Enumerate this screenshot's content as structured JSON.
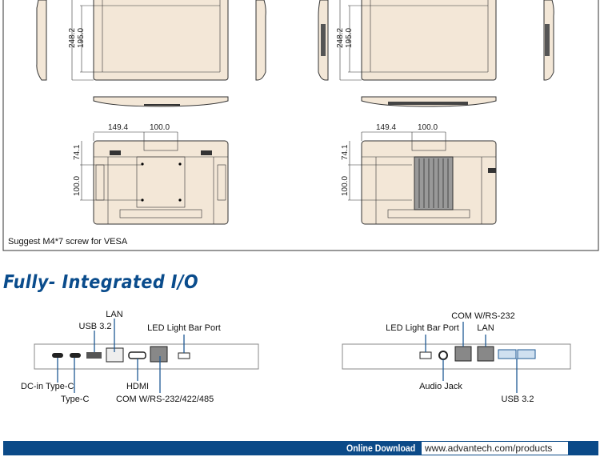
{
  "drawings": {
    "dimensions": {
      "height_total": "248.2",
      "height_inner": "195.0",
      "vesa_offset_x": "149.4",
      "vesa_width": "100.0",
      "vesa_offset_y": "74.1",
      "vesa_height": "100.0"
    },
    "note": "Suggest M4*7 screw for VESA"
  },
  "section": {
    "title": "Fully- Integrated I/O"
  },
  "io_left": {
    "labels": {
      "lan": "LAN",
      "usb": "USB 3.2",
      "led": "LED Light Bar Port",
      "dc": "DC-in Type-C",
      "typec": "Type-C",
      "hdmi": "HDMI",
      "com": "COM W/RS-232/422/485"
    }
  },
  "io_right": {
    "labels": {
      "com": "COM W/RS-232",
      "led": "LED Light Bar Port",
      "lan": "LAN",
      "audio": "Audio Jack",
      "usb": "USB 3.2"
    }
  },
  "footer": {
    "label": "Online Download",
    "url": "www.advantech.com/products"
  },
  "colors": {
    "accent": "#0a4c8c",
    "drawing_fill": "#f3e7d7",
    "leader": "#1f5a94"
  }
}
